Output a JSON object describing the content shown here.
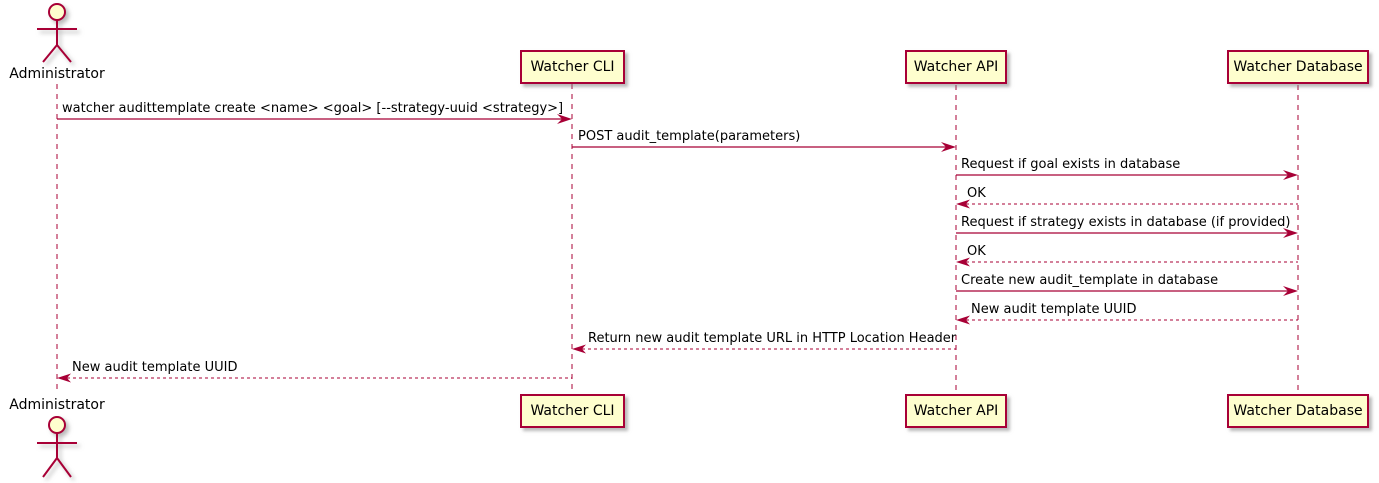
{
  "diagram": {
    "type": "uml-sequence",
    "actor": {
      "name": "Administrator"
    },
    "participants": [
      {
        "id": "watcher-cli",
        "label": "Watcher CLI"
      },
      {
        "id": "watcher-api",
        "label": "Watcher API"
      },
      {
        "id": "watcher-database",
        "label": "Watcher Database"
      }
    ],
    "messages": [
      {
        "from": "Administrator",
        "to": "Watcher CLI",
        "style": "solid",
        "label": "watcher audittemplate create <name> <goal> [--strategy-uuid <strategy>]"
      },
      {
        "from": "Watcher CLI",
        "to": "Watcher API",
        "style": "solid",
        "label": "POST audit_template(parameters)"
      },
      {
        "from": "Watcher API",
        "to": "Watcher Database",
        "style": "solid",
        "label": "Request if goal exists in database"
      },
      {
        "from": "Watcher Database",
        "to": "Watcher API",
        "style": "dashed",
        "label": "OK"
      },
      {
        "from": "Watcher API",
        "to": "Watcher Database",
        "style": "solid",
        "label": "Request if strategy exists in database (if provided)"
      },
      {
        "from": "Watcher Database",
        "to": "Watcher API",
        "style": "dashed",
        "label": "OK"
      },
      {
        "from": "Watcher API",
        "to": "Watcher Database",
        "style": "solid",
        "label": "Create new audit_template in database"
      },
      {
        "from": "Watcher Database",
        "to": "Watcher API",
        "style": "dashed",
        "label": "New audit template UUID"
      },
      {
        "from": "Watcher API",
        "to": "Watcher CLI",
        "style": "dashed",
        "label": "Return new audit template URL in HTTP Location Header"
      },
      {
        "from": "Watcher CLI",
        "to": "Administrator",
        "style": "dashed",
        "label": "New audit template UUID"
      }
    ],
    "colors": {
      "box_fill": "#FEFECE",
      "border": "#A80036",
      "arrow": "#A80036",
      "text": "#000000",
      "background": "#FFFFFF"
    }
  }
}
